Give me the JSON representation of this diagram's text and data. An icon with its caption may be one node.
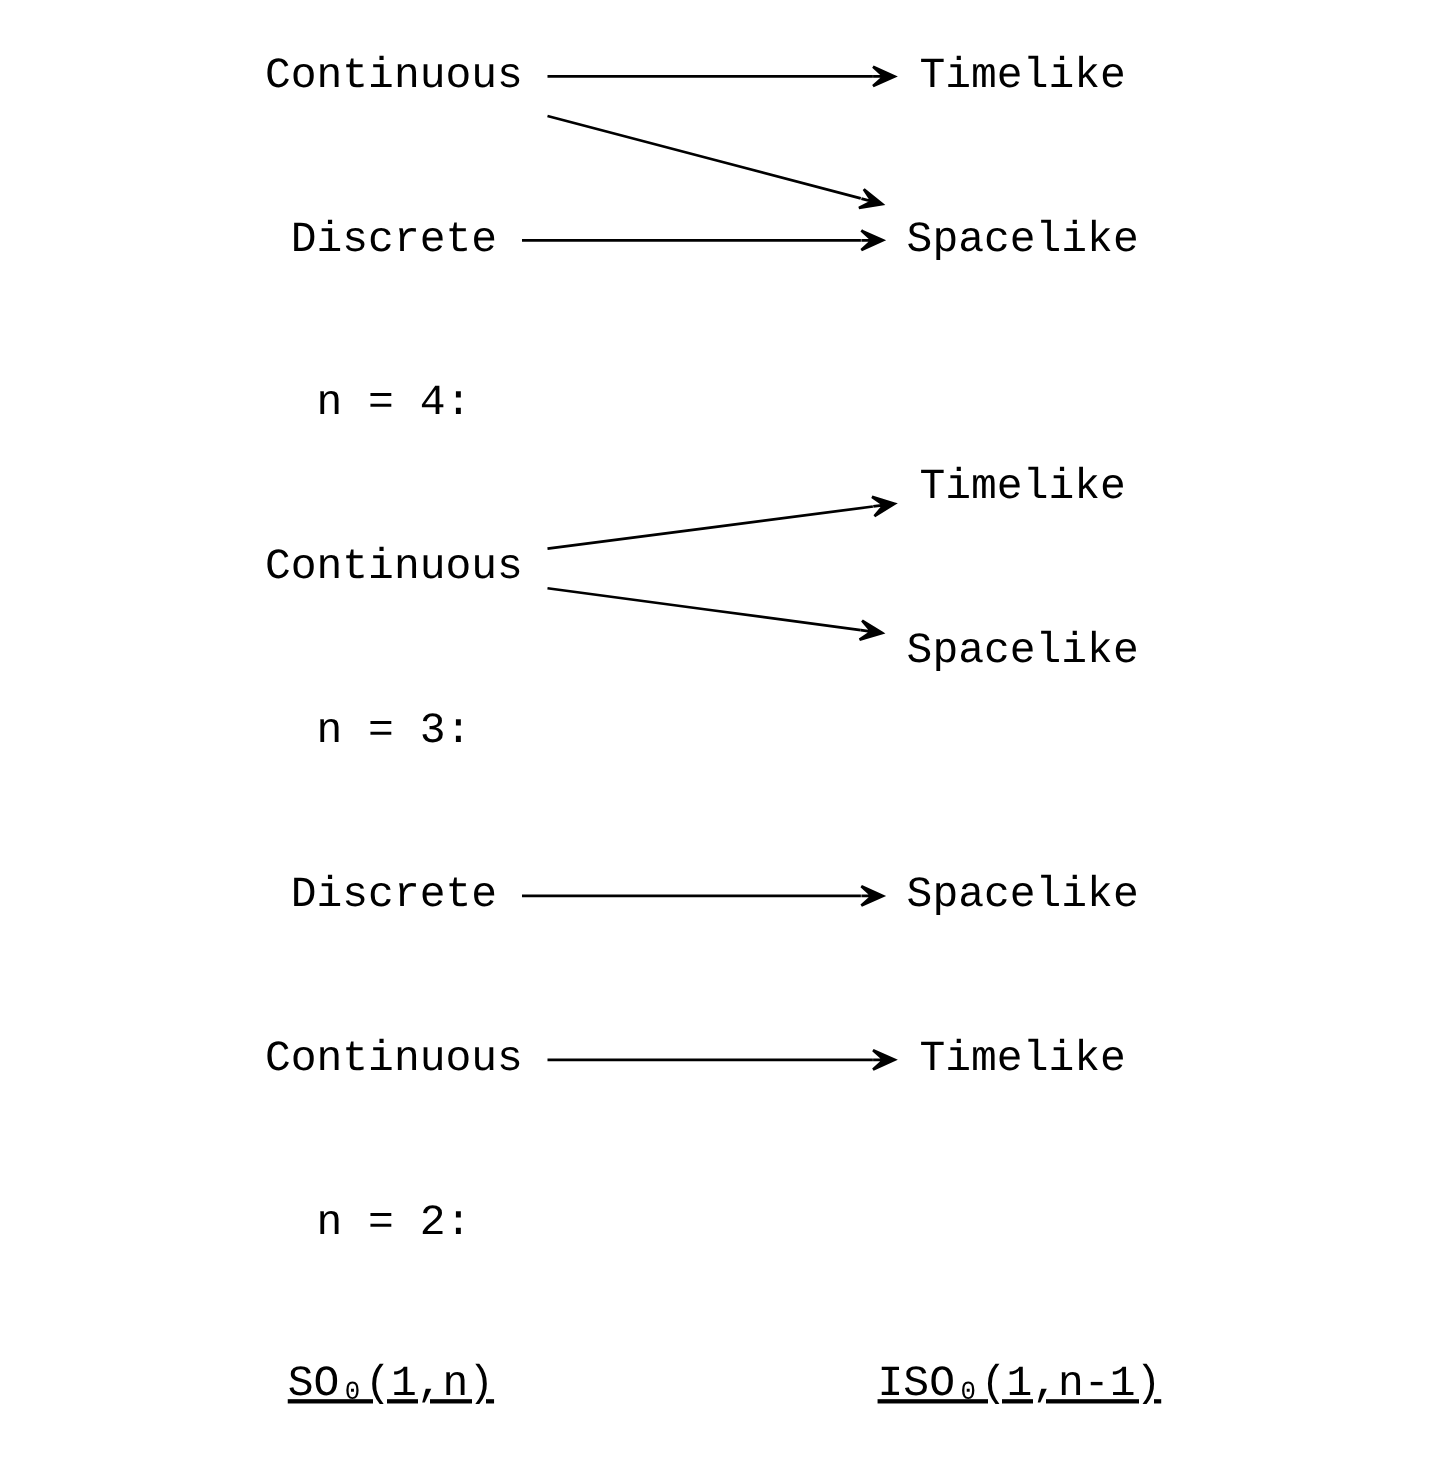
{
  "diagram": {
    "nodes": [
      {
        "text": [
          "Continuous"
        ]
      },
      {
        "text": [
          "Timelike"
        ]
      },
      {
        "text": [
          "Discrete"
        ]
      },
      {
        "text": [
          "Spacelike"
        ]
      },
      {
        "text": [
          "Continuous"
        ]
      },
      {
        "text": [
          "Timelike"
        ]
      },
      {
        "text": [
          "Spacelike"
        ]
      },
      {
        "text": [
          "Continuous"
        ]
      },
      {
        "text": [
          "Timelike"
        ]
      },
      {
        "text": [
          "Discrete"
        ]
      },
      {
        "text": [
          "Spacelike"
        ]
      }
    ],
    "edges": [
      {
        "from": 0,
        "to": 1,
        "arrow": "to"
      },
      {
        "from": 2,
        "to": 3,
        "arrow": "to"
      },
      {
        "from": 4,
        "to": 5,
        "arrow": "to"
      },
      {
        "from": 4,
        "to": 6,
        "arrow": "to"
      },
      {
        "from": 7,
        "to": 8,
        "arrow": "to"
      },
      {
        "from": 7,
        "to": 10,
        "arrow": "to"
      },
      {
        "from": 9,
        "to": 10,
        "arrow": "to"
      }
    ],
    "labels": [
      "SO₀(1,n)",
      "ISO₀(1,n-1)",
      "n = 2:",
      "n = 3:",
      "n = 4:"
    ]
  }
}
